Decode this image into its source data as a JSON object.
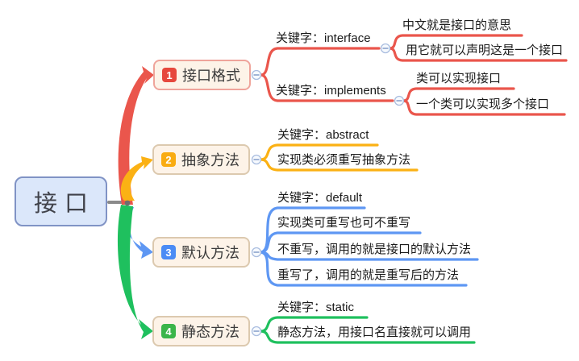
{
  "root": {
    "label": "接口"
  },
  "colors": {
    "red": "#ea564c",
    "yellow": "#fbb114",
    "blue": "#5e97f3",
    "green": "#1fc05e",
    "badge_red": "#e6483d",
    "badge_yellow": "#f9ac12",
    "badge_blue": "#4b8cf5",
    "badge_green": "#3ab54a",
    "root_fill": "#dbe7fa",
    "root_border": "#8093c5",
    "topic_fill": "#fdf3e8",
    "topic_border": "#dcc9af",
    "topic1_border": "#efa49b"
  },
  "branches": [
    {
      "number": "1",
      "label": "接口格式",
      "children": [
        {
          "label": "关键字：interface",
          "children": [
            {
              "label": "中文就是接口的意思"
            },
            {
              "label": "用它就可以声明这是一个接口"
            }
          ]
        },
        {
          "label": "关键字：implements",
          "children": [
            {
              "label": "类可以实现接口"
            },
            {
              "label": "一个类可以实现多个接口"
            }
          ]
        }
      ]
    },
    {
      "number": "2",
      "label": "抽象方法",
      "children": [
        {
          "label": "关键字：abstract"
        },
        {
          "label": "实现类必须重写抽象方法"
        }
      ]
    },
    {
      "number": "3",
      "label": "默认方法",
      "children": [
        {
          "label": "关键字：default"
        },
        {
          "label": "实现类可重写也可不重写"
        },
        {
          "label": "不重写，调用的就是接口的默认方法"
        },
        {
          "label": "重写了，调用的就是重写后的方法"
        }
      ]
    },
    {
      "number": "4",
      "label": "静态方法",
      "children": [
        {
          "label": "关键字：static"
        },
        {
          "label": "静态方法，用接口名直接就可以调用"
        }
      ]
    }
  ]
}
